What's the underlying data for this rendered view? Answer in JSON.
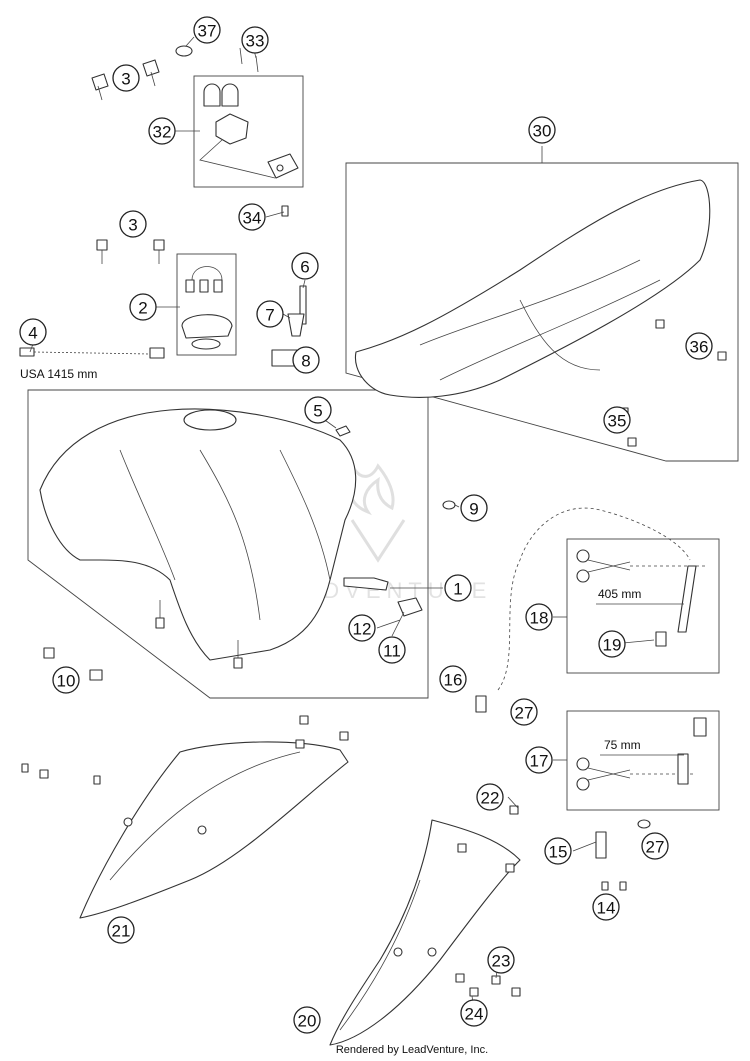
{
  "callouts": [
    {
      "id": "37",
      "label": "37"
    },
    {
      "id": "33",
      "label": "33"
    },
    {
      "id": "3a",
      "label": "3"
    },
    {
      "id": "32",
      "label": "32"
    },
    {
      "id": "34",
      "label": "34"
    },
    {
      "id": "30",
      "label": "30"
    },
    {
      "id": "3b",
      "label": "3"
    },
    {
      "id": "6",
      "label": "6"
    },
    {
      "id": "2",
      "label": "2"
    },
    {
      "id": "7",
      "label": "7"
    },
    {
      "id": "4",
      "label": "4"
    },
    {
      "id": "8",
      "label": "8"
    },
    {
      "id": "36",
      "label": "36"
    },
    {
      "id": "5",
      "label": "5"
    },
    {
      "id": "35",
      "label": "35"
    },
    {
      "id": "9",
      "label": "9"
    },
    {
      "id": "1",
      "label": "1"
    },
    {
      "id": "18",
      "label": "18"
    },
    {
      "id": "12",
      "label": "12"
    },
    {
      "id": "11",
      "label": "11"
    },
    {
      "id": "19",
      "label": "19"
    },
    {
      "id": "10",
      "label": "10"
    },
    {
      "id": "16",
      "label": "16"
    },
    {
      "id": "27a",
      "label": "27"
    },
    {
      "id": "17",
      "label": "17"
    },
    {
      "id": "22",
      "label": "22"
    },
    {
      "id": "15",
      "label": "15"
    },
    {
      "id": "27b",
      "label": "27"
    },
    {
      "id": "14",
      "label": "14"
    },
    {
      "id": "21",
      "label": "21"
    },
    {
      "id": "23",
      "label": "23"
    },
    {
      "id": "24",
      "label": "24"
    },
    {
      "id": "20",
      "label": "20"
    }
  ],
  "annotations": {
    "hose_length": "USA 1415 mm",
    "cut_length_top": "405 mm",
    "cut_length_bottom": "75 mm"
  },
  "watermark": "LEADVENTURE",
  "footer": "Rendered by LeadVenture, Inc."
}
